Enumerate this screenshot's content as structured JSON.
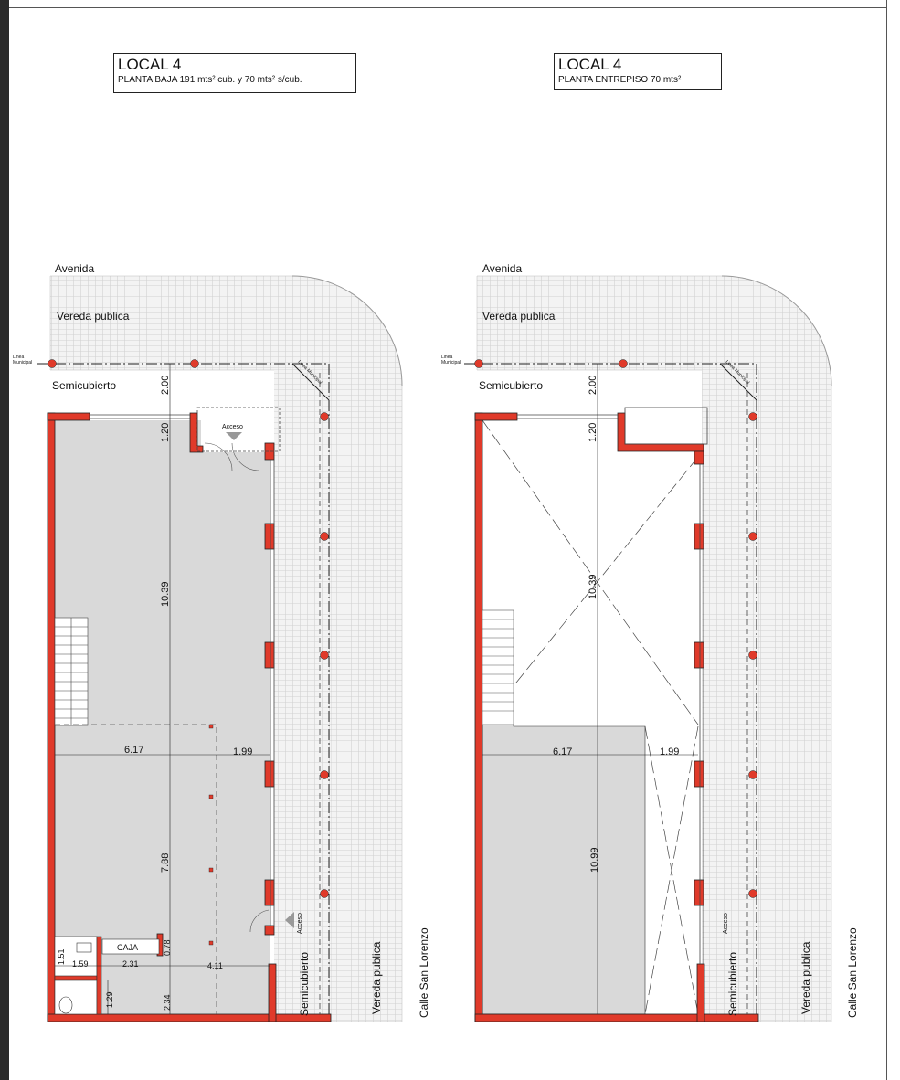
{
  "plans": [
    {
      "title": "LOCAL 4",
      "subtitle": "PLANTA BAJA 191 mts² cub. y 70 mts² s/cub.",
      "street_top": "Avenida",
      "sidewalk_top": "Vereda publica",
      "municipal_line_a": "Linea",
      "municipal_line_b": "Municipal",
      "municipal_diag": "Linea Municipal",
      "semicubierto_top": "Semicubierto",
      "semicubierto_side": "Semicubierto",
      "sidewalk_side": "Vereda publica",
      "street_side": "Calle San Lorenzo",
      "access_top": "Acceso",
      "access_side": "Acceso",
      "cashier": "CAJA",
      "dims": {
        "d200": "2.00",
        "d120": "1.20",
        "d1039": "10.39",
        "d617": "6.17",
        "d199": "1.99",
        "d788": "7.88",
        "d078": "0.78",
        "d151": "1.51",
        "d159": "1.59",
        "d231": "2.31",
        "d411": "4.11",
        "d129": "1.29",
        "d234": "2.34"
      }
    },
    {
      "title": "LOCAL 4",
      "subtitle": "PLANTA ENTREPISO 70 mts²",
      "street_top": "Avenida",
      "sidewalk_top": "Vereda publica",
      "municipal_line_a": "Linea",
      "municipal_line_b": "Municipal",
      "municipal_diag": "Linea Municipal",
      "semicubierto_top": "Semicubierto",
      "semicubierto_side": "Semicubierto",
      "sidewalk_side": "Vereda publica",
      "street_side": "Calle San Lorenzo",
      "access_side": "Acceso",
      "dims": {
        "d200": "2.00",
        "d120": "1.20",
        "d1039": "10.39",
        "d617": "6.17",
        "d199": "1.99",
        "d1099": "10.99"
      }
    }
  ],
  "colors": {
    "wall": "#e03a2a",
    "floor": "#d9d9d9",
    "paving": "#f1f1f1",
    "line": "#222222"
  }
}
